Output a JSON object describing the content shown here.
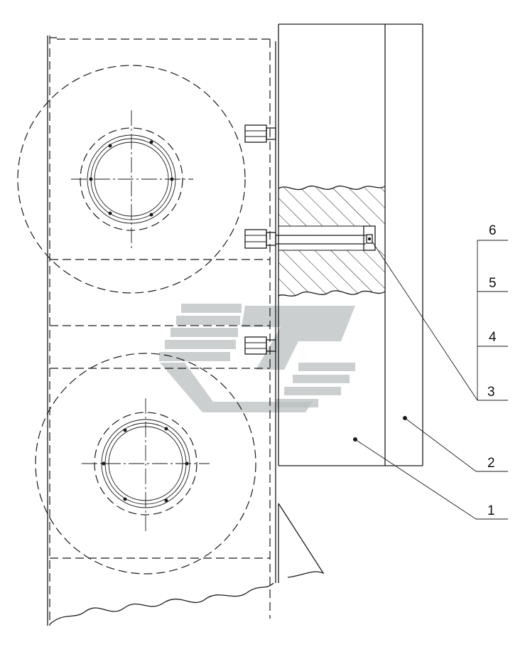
{
  "callouts": [
    {
      "id": "6",
      "label": "6"
    },
    {
      "id": "5",
      "label": "5"
    },
    {
      "id": "4",
      "label": "4"
    },
    {
      "id": "3",
      "label": "3"
    },
    {
      "id": "2",
      "label": "2"
    },
    {
      "id": "1",
      "label": "1"
    }
  ],
  "colors": {
    "line": "#1a1a1a",
    "watermark": "#b9bfc0",
    "background": "#ffffff"
  },
  "watermark": {
    "icon": "logo-watermark"
  }
}
